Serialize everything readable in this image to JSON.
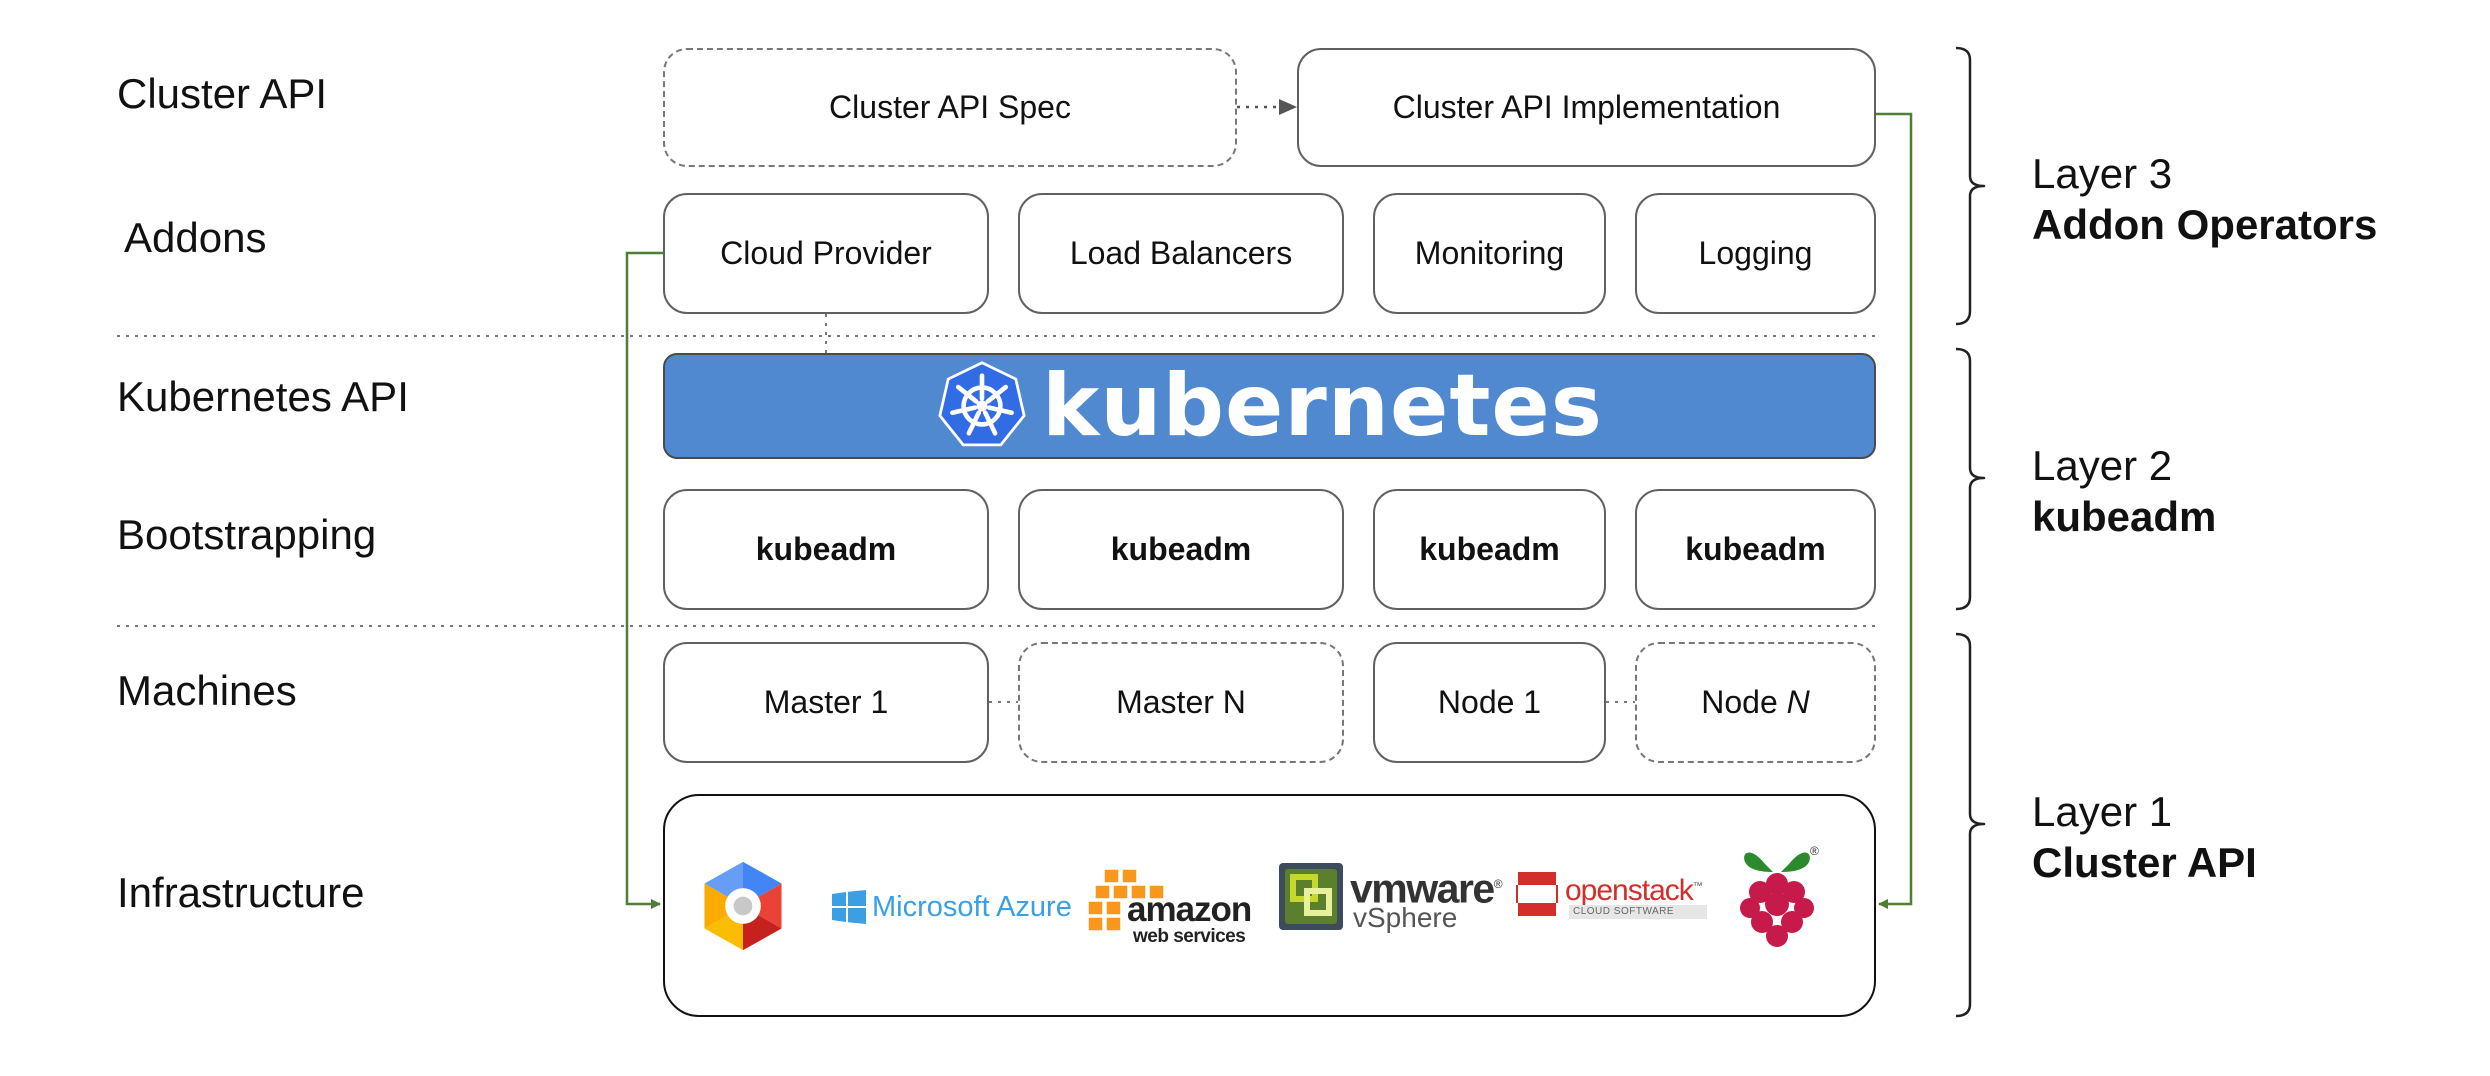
{
  "rows": {
    "cluster_api": "Cluster API",
    "addons": "Addons",
    "kubernetes_api": "Kubernetes API",
    "bootstrapping": "Bootstrapping",
    "machines": "Machines",
    "infrastructure": "Infrastructure"
  },
  "cluster_api_boxes": {
    "spec": "Cluster API Spec",
    "implementation": "Cluster API Implementation"
  },
  "addon_boxes": [
    "Cloud Provider",
    "Load Balancers",
    "Monitoring",
    "Logging"
  ],
  "kubernetes_banner": "kubernetes",
  "bootstrap_boxes": [
    "kubeadm",
    "kubeadm",
    "kubeadm",
    "kubeadm"
  ],
  "machine_boxes": {
    "master1": "Master 1",
    "masterN": "Master N",
    "node1": "Node 1",
    "nodeN_prefix": "Node ",
    "nodeN_var": "N"
  },
  "infrastructure_logos": {
    "gcp": "gcp-hexagon-logo",
    "azure": "Microsoft Azure",
    "aws_top": "amazon",
    "aws_bottom": "web services",
    "vmware_top": "vmware",
    "vmware_reg": "®",
    "vmware_bottom": "vSphere",
    "openstack_top": "openstack",
    "openstack_tm": "™",
    "openstack_bottom": "CLOUD SOFTWARE",
    "raspberry": "raspberry-pi-logo",
    "raspberry_reg": "®"
  },
  "layers": [
    {
      "name": "Layer 3",
      "title": "Addon Operators"
    },
    {
      "name": "Layer 2",
      "title": "kubeadm"
    },
    {
      "name": "Layer 1",
      "title": "Cluster API"
    }
  ],
  "colors": {
    "kubernetes_blue": "#5089CF",
    "arrow_green": "#4E7F35",
    "azure_blue": "#3AA0E3",
    "aws_orange": "#F7981D",
    "openstack_red": "#D32E29",
    "raspberry_red": "#C51A4A",
    "raspberry_green": "#2C8A2C"
  }
}
